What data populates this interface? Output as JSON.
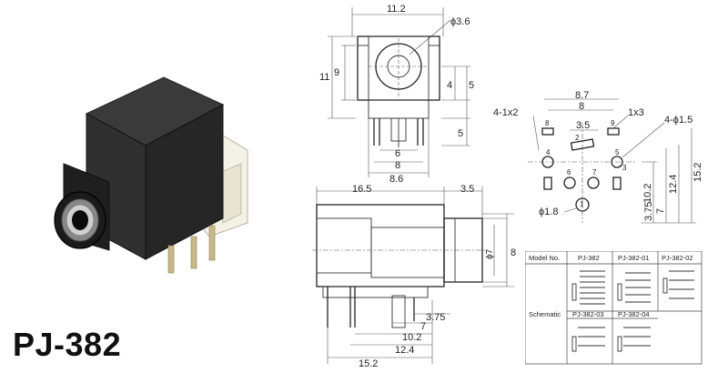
{
  "model_title": "PJ-382",
  "front_view": {
    "dim_width": "11.2",
    "dim_hole": "ϕ3.6",
    "dim_height_total": "11",
    "dim_height_body": "9",
    "dim_4": "4",
    "dim_5a": "5",
    "dim_5b": "5",
    "dim_6": "6",
    "dim_8": "8",
    "dim_86": "8.6"
  },
  "side_view": {
    "dim_165": "16.5",
    "dim_35": "3.5",
    "dim_phi7": "ϕ7",
    "dim_8": "8",
    "dim_375": "3.75",
    "dim_7": "7",
    "dim_102": "10.2",
    "dim_124": "12.4",
    "dim_152": "15.2"
  },
  "footprint": {
    "label_4x1x2": "4-1x2",
    "label_1x3": "1x3",
    "label_4phi15": "4-ϕ1.5",
    "label_phi18": "ϕ1.8",
    "dim_87": "8.7",
    "dim_8": "8",
    "dim_35": "3.5",
    "dim_375": "3.75",
    "dim_7": "7",
    "dim_102": "10.2",
    "dim_124": "12.4",
    "dim_152": "15.2",
    "pin_labels": [
      "8",
      "9",
      "2",
      "4",
      "6",
      "7",
      "5",
      "3",
      "1"
    ]
  },
  "schematic_table": {
    "header_model": "Model No.",
    "models_row1": [
      "PJ-382",
      "PJ-382-01",
      "PJ-382-02"
    ],
    "row_label": "Schematic",
    "models_row2": [
      "PJ-382-03",
      "PJ-382-04"
    ]
  }
}
